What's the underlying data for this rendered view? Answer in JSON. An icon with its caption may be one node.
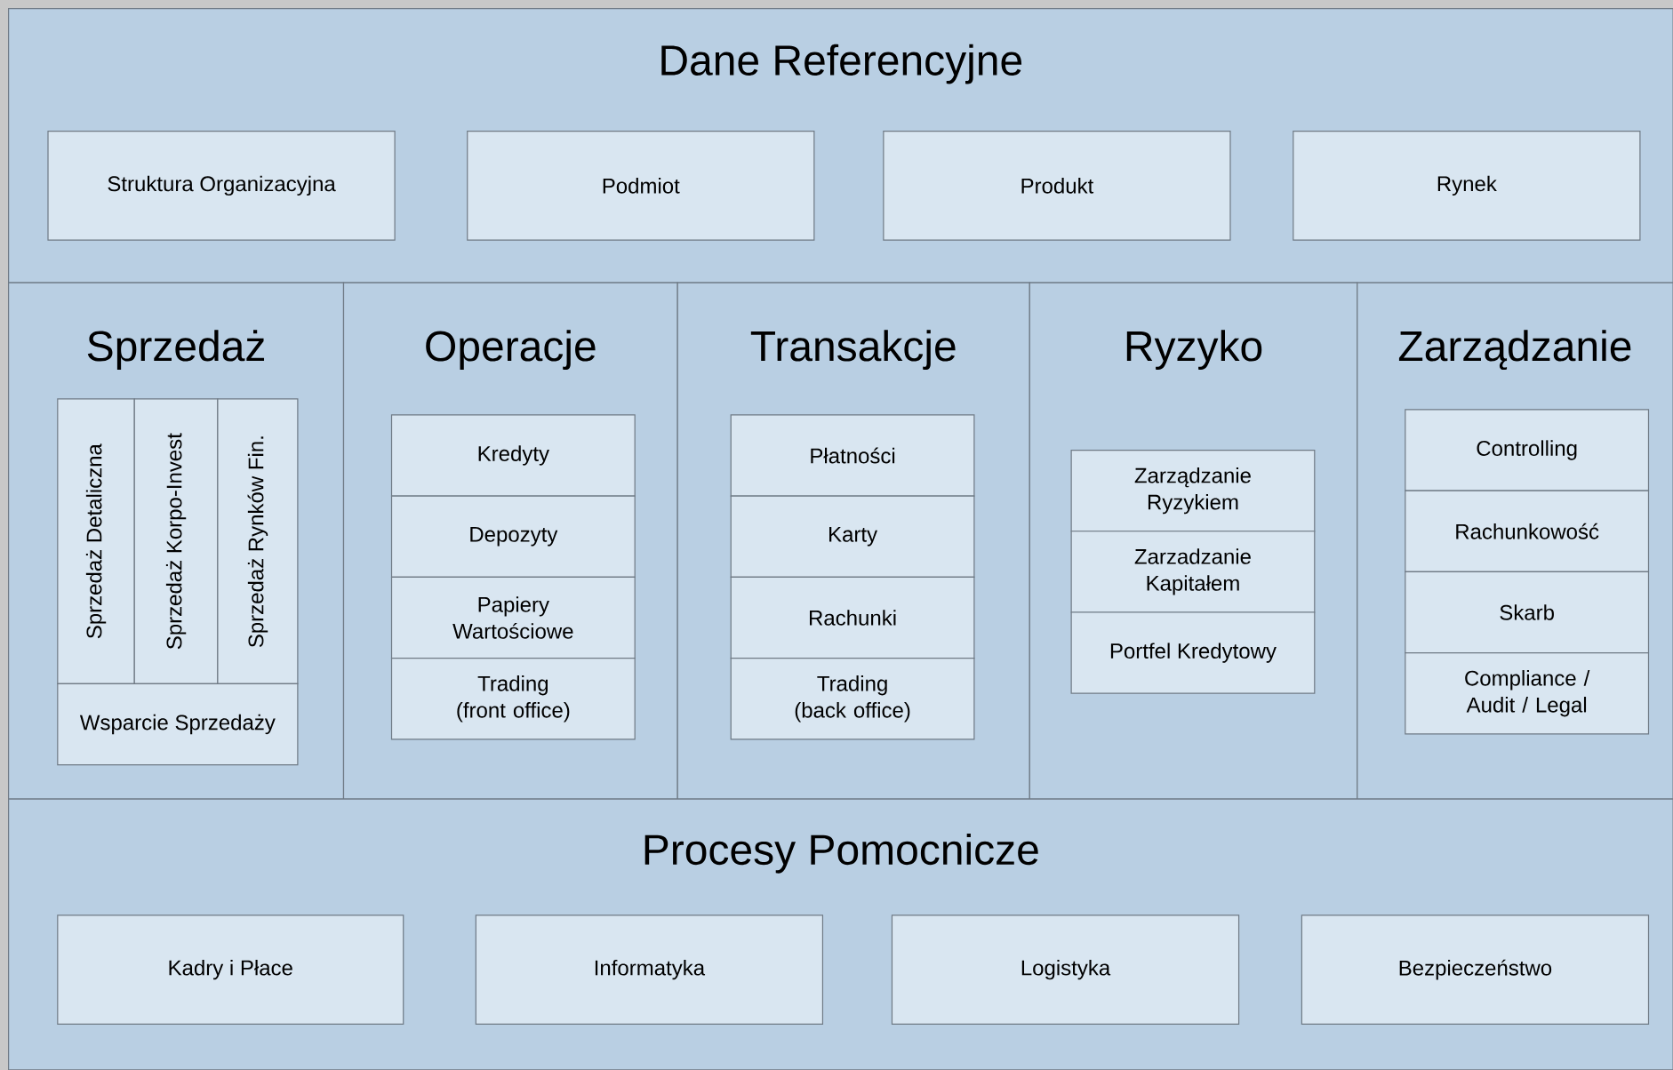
{
  "diagram": {
    "nodes": [
      {
        "text": [
          "Dane Referencyjne"
        ]
      },
      {
        "text": [
          "Struktura Organizacyjna"
        ],
        "in": 0
      },
      {
        "text": [
          "Podmiot"
        ],
        "in": 0
      },
      {
        "text": [
          "Produkt"
        ],
        "in": 0
      },
      {
        "text": [
          "Rynek"
        ],
        "in": 0
      },
      {
        "text": [
          "Sprzedaż"
        ]
      },
      {
        "text": [
          "Sprzedaż Detaliczna"
        ],
        "in": 5
      },
      {
        "text": [
          "Sprzedaż Korpo-Invest"
        ],
        "in": 5
      },
      {
        "text": [
          "Sprzedaż Rynków Fin."
        ],
        "in": 5
      },
      {
        "text": [
          "Wsparcie Sprzedaży"
        ],
        "in": 5
      },
      {
        "text": [
          "Operacje"
        ]
      },
      {
        "text": [
          "Kredyty"
        ],
        "in": 10
      },
      {
        "text": [
          "Depozyty"
        ],
        "in": 10
      },
      {
        "text": [
          "Papiery Wartościowe"
        ],
        "in": 10
      },
      {
        "text": [
          "Trading (front office)"
        ],
        "in": 10
      },
      {
        "text": [
          "Transakcje"
        ]
      },
      {
        "text": [
          "Płatności"
        ],
        "in": 15
      },
      {
        "text": [
          "Karty"
        ],
        "in": 15
      },
      {
        "text": [
          "Rachunki"
        ],
        "in": 15
      },
      {
        "text": [
          "Trading (back office)"
        ],
        "in": 15
      },
      {
        "text": [
          "Ryzyko"
        ]
      },
      {
        "text": [
          "Zarządzanie Ryzykiem"
        ],
        "in": 20
      },
      {
        "text": [
          "Zarzadzanie Kapitałem"
        ],
        "in": 20
      },
      {
        "text": [
          "Portfel Kredytowy"
        ],
        "in": 20
      },
      {
        "text": [
          "Zarządzanie"
        ]
      },
      {
        "text": [
          "Controlling"
        ],
        "in": 24
      },
      {
        "text": [
          "Rachunkowość"
        ],
        "in": 24
      },
      {
        "text": [
          "Skarb"
        ],
        "in": 24
      },
      {
        "text": [
          "Compliance / Audit / Legal"
        ],
        "in": 24
      },
      {
        "text": [
          "Procesy Pomocnicze"
        ]
      },
      {
        "text": [
          "Kadry i Płace"
        ],
        "in": 29
      },
      {
        "text": [
          "Informatyka"
        ],
        "in": 29
      },
      {
        "text": [
          "Logistyka"
        ],
        "in": 29
      },
      {
        "text": [
          "Bezpieczeństwo"
        ],
        "in": 29
      }
    ]
  }
}
